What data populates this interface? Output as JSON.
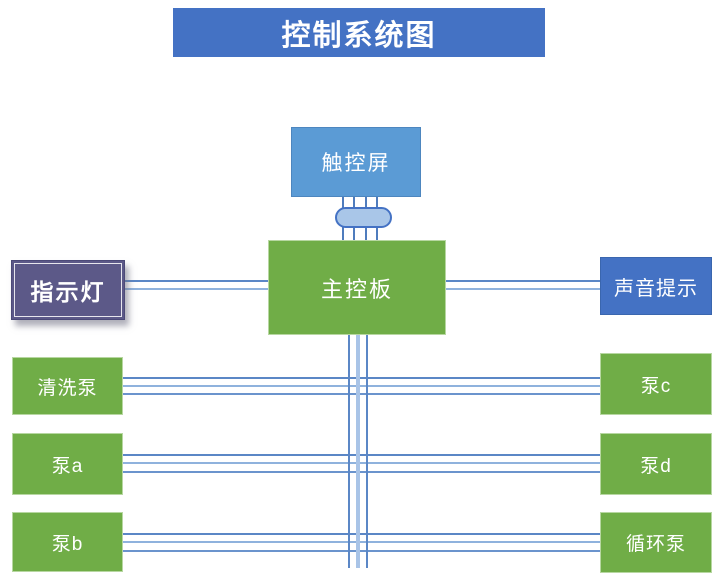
{
  "title": "控制系统图",
  "nodes": {
    "touchscreen": {
      "label": "触控屏"
    },
    "mainboard": {
      "label": "主控板"
    },
    "indicator": {
      "label": "指示灯"
    },
    "sound_alert": {
      "label": "声音提示"
    },
    "wash_pump": {
      "label": "清洗泵"
    },
    "pump_a": {
      "label": "泵a"
    },
    "pump_b": {
      "label": "泵b"
    },
    "pump_c": {
      "label": "泵c"
    },
    "pump_d": {
      "label": "泵d"
    },
    "circulation_pump": {
      "label": "循环泵"
    }
  },
  "connections": [
    {
      "from": "触控屏",
      "to": "主控板",
      "wires": 4,
      "via": "connector-pill"
    },
    {
      "from": "指示灯",
      "to": "主控板",
      "wires": 2
    },
    {
      "from": "主控板",
      "to": "声音提示",
      "wires": 2
    },
    {
      "from": "主控板",
      "to": "bottom-bus",
      "wires": 3
    },
    {
      "from": "清洗泵",
      "to": "泵c",
      "wires": 3
    },
    {
      "from": "泵a",
      "to": "泵d",
      "wires": 3
    },
    {
      "from": "泵b",
      "to": "循环泵",
      "wires": 3
    }
  ],
  "colors": {
    "title_blue": "#4472c4",
    "touchscreen_blue": "#5b9bd5",
    "node_green": "#70ad47",
    "indicator_purple": "#5c5988",
    "sound_blue": "#4472c4",
    "wire_blue": "#6b94cd",
    "wire_dark_blue": "#5b87c6",
    "wire_light_blue": "#8fb2dd",
    "bus_thick_blue": "#a9c4e7",
    "pill_fill": "#a9c6e8",
    "pill_border": "#4472c4"
  }
}
